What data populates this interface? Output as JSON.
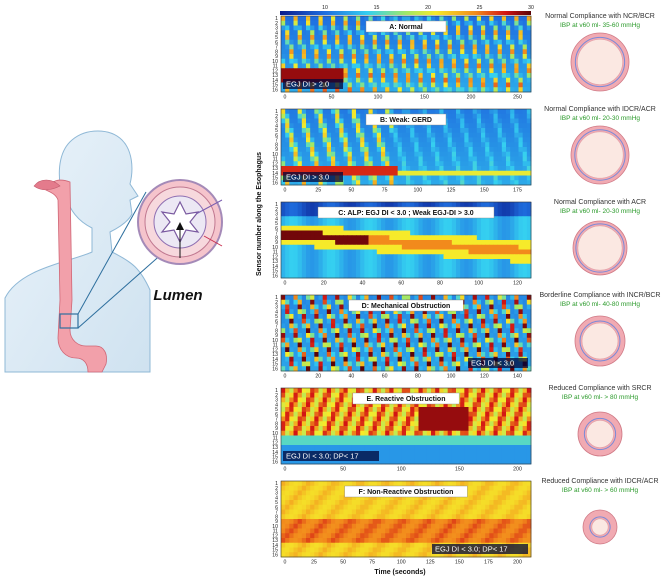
{
  "anatomy": {
    "lumen_label": "Lumen"
  },
  "colorbar": {
    "ticks": [
      "10",
      "15",
      "20",
      "25",
      "30"
    ]
  },
  "y_axis_label": "Sensor number along the Esophagus",
  "x_axis_label": "Time (seconds)",
  "panels": [
    {
      "title": "A: Normal",
      "note": "EGJ DI > 2.0",
      "x_ticks": [
        "0",
        "50",
        "100",
        "150",
        "200",
        "250"
      ],
      "sensors": [
        "1",
        "2",
        "3",
        "4",
        "5",
        "6",
        "7",
        "8",
        "9",
        "10",
        "11",
        "12",
        "13",
        "14",
        "15",
        "16"
      ],
      "caption_title": "Normal Compliance with NCR/BCR",
      "caption_sub": "IBP at v60 ml- 35-60 mmHg"
    },
    {
      "title": "B: Weak: GERD",
      "note": "EGJ DI > 3.0",
      "x_ticks": [
        "0",
        "25",
        "50",
        "75",
        "100",
        "125",
        "150",
        "175"
      ],
      "sensors": [
        "1",
        "2",
        "3",
        "4",
        "5",
        "6",
        "7",
        "8",
        "9",
        "10",
        "11",
        "12",
        "13",
        "14",
        "15",
        "16"
      ],
      "caption_title": "Normal Compliance with IDCR/ACR",
      "caption_sub": "IBP at v60 ml- 20-30 mmHg"
    },
    {
      "title": "C: ALP: EGJ DI < 3.0 ; Weak EGJ-DI > 3.0",
      "note": "",
      "x_ticks": [
        "0",
        "20",
        "40",
        "60",
        "80",
        "100",
        "120"
      ],
      "sensors": [
        "1",
        "2",
        "3",
        "4",
        "5",
        "6",
        "7",
        "8",
        "9",
        "10",
        "11",
        "12",
        "13",
        "14",
        "15",
        "16"
      ],
      "caption_title": "Normal Compliance with ACR",
      "caption_sub": "IBP at v60 ml- 20-30 mmHg"
    },
    {
      "title": "D: Mechanical Obstruction",
      "note": "EGJ DI < 3.0",
      "x_ticks": [
        "0",
        "20",
        "40",
        "60",
        "80",
        "100",
        "120",
        "140"
      ],
      "sensors": [
        "1",
        "2",
        "3",
        "4",
        "5",
        "6",
        "7",
        "8",
        "9",
        "10",
        "11",
        "12",
        "13",
        "14",
        "15",
        "16"
      ],
      "caption_title": "Borderline Compliance with INCR/BCR",
      "caption_sub": "IBP at v60 ml- 40-80 mmHg"
    },
    {
      "title": "E. Reactive Obstruction",
      "note": "EGJ DI < 3.0; DP< 17",
      "x_ticks": [
        "0",
        "50",
        "100",
        "150",
        "200"
      ],
      "sensors": [
        "1",
        "2",
        "3",
        "4",
        "5",
        "6",
        "7",
        "8",
        "9",
        "10",
        "11",
        "12",
        "13",
        "14",
        "15",
        "16"
      ],
      "caption_title": "Reduced Compliance with SRCR",
      "caption_sub": "IBP at v60 ml- > 80 mmHg"
    },
    {
      "title": "F: Non-Reactive Obstruction",
      "note": "EGJ DI < 3.0; DP< 17",
      "x_ticks": [
        "0",
        "25",
        "50",
        "75",
        "100",
        "125",
        "150",
        "175",
        "200"
      ],
      "sensors": [
        "1",
        "2",
        "3",
        "4",
        "5",
        "6",
        "7",
        "8",
        "9",
        "10",
        "11",
        "12",
        "13",
        "14",
        "15",
        "16"
      ],
      "caption_title": "Reduced Compliance with IDCR/ACR",
      "caption_sub": "IBP at v60 ml- > 60 mmHg"
    }
  ]
}
